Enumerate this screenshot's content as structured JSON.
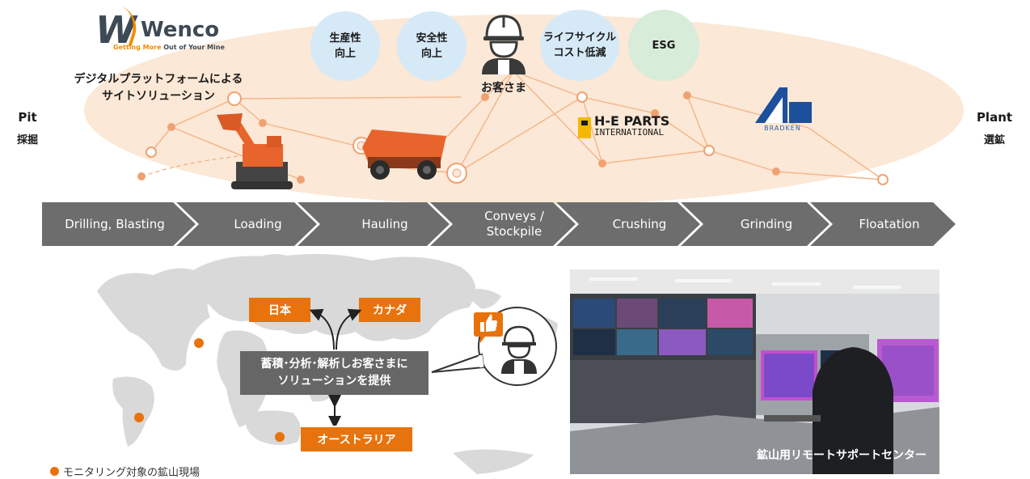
{
  "wenco": {
    "logo_w": "W",
    "logo_word": "Wenco",
    "tagline_orange": "Getting More ",
    "tagline_dark": "Out of Your Mine",
    "description_line1": "デジタルプラットフォームによる",
    "description_line2": "サイトソリューション"
  },
  "benefits": [
    {
      "line1": "生産性",
      "line2": "向上"
    },
    {
      "line1": "安全性",
      "line2": "向上"
    },
    {
      "line1": "ライフサイクル",
      "line2": "コスト低減"
    },
    {
      "line1": "ESG",
      "line2": ""
    }
  ],
  "customer_label": "お客さま",
  "pit": {
    "en": "Pit",
    "jp": "採掘"
  },
  "plant": {
    "en": "Plant",
    "jp": "選鉱"
  },
  "he_parts": {
    "line1": "H-E PARTS",
    "line2": "INTERNATIONAL"
  },
  "bradken": {
    "name": "BRADKEN"
  },
  "process_steps": [
    {
      "line1": "Drilling, Blasting",
      "line2": ""
    },
    {
      "line1": "Loading",
      "line2": ""
    },
    {
      "line1": "Hauling",
      "line2": ""
    },
    {
      "line1": "Conveys /",
      "line2": "Stockpile"
    },
    {
      "line1": "Crushing",
      "line2": ""
    },
    {
      "line1": "Grinding",
      "line2": ""
    },
    {
      "line1": "Floatation",
      "line2": ""
    }
  ],
  "locations": {
    "japan": "日本",
    "canada": "カナダ",
    "australia": "オーストラリア"
  },
  "center_box": {
    "line1": "蓄積･分析･解析しお客さまに",
    "line2": "ソリューションを提供"
  },
  "legend": "モニタリング対象の鉱山現場",
  "photo_caption": "鉱山用リモートサポートセンター",
  "colors": {
    "accent_orange": "#e8730c",
    "ellipse": "#fbe8d6",
    "arrow_gray": "#6d6d6d",
    "benefit_blue": "#d6e9f7",
    "benefit_green": "#d7ecd9"
  }
}
